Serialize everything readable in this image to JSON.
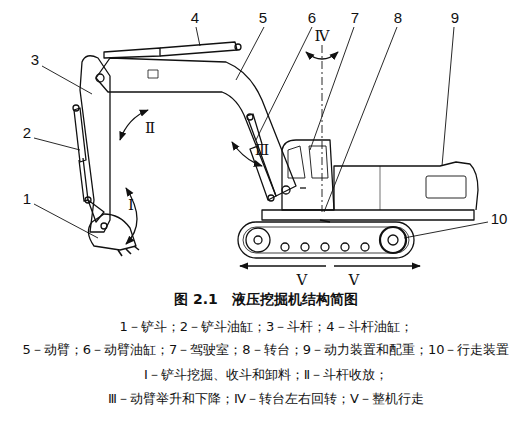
{
  "diagram": {
    "caption": "图 2.1　液压挖掘机结构简图",
    "labels": [
      "4",
      "5",
      "6",
      "7",
      "8",
      "9",
      "Ⅳ",
      "3",
      "Ⅱ",
      "2",
      "Ⅲ",
      "Ⅰ",
      "1",
      "10",
      "Ⅴ",
      "Ⅴ",
      "1－铲斗；2－铲斗油缸；3－斗杆；4－斗杆油缸；",
      "5－动臂；6－动臂油缸；7－驾驶室；8－转台；9－动力装置和配重；10－行走装置",
      "Ⅰ－铲斗挖掘、收斗和卸料；Ⅱ－斗杆收放；",
      "Ⅲ－动臂举升和下降；Ⅳ－转台左右回转；Ⅴ－整机行走"
    ]
  }
}
